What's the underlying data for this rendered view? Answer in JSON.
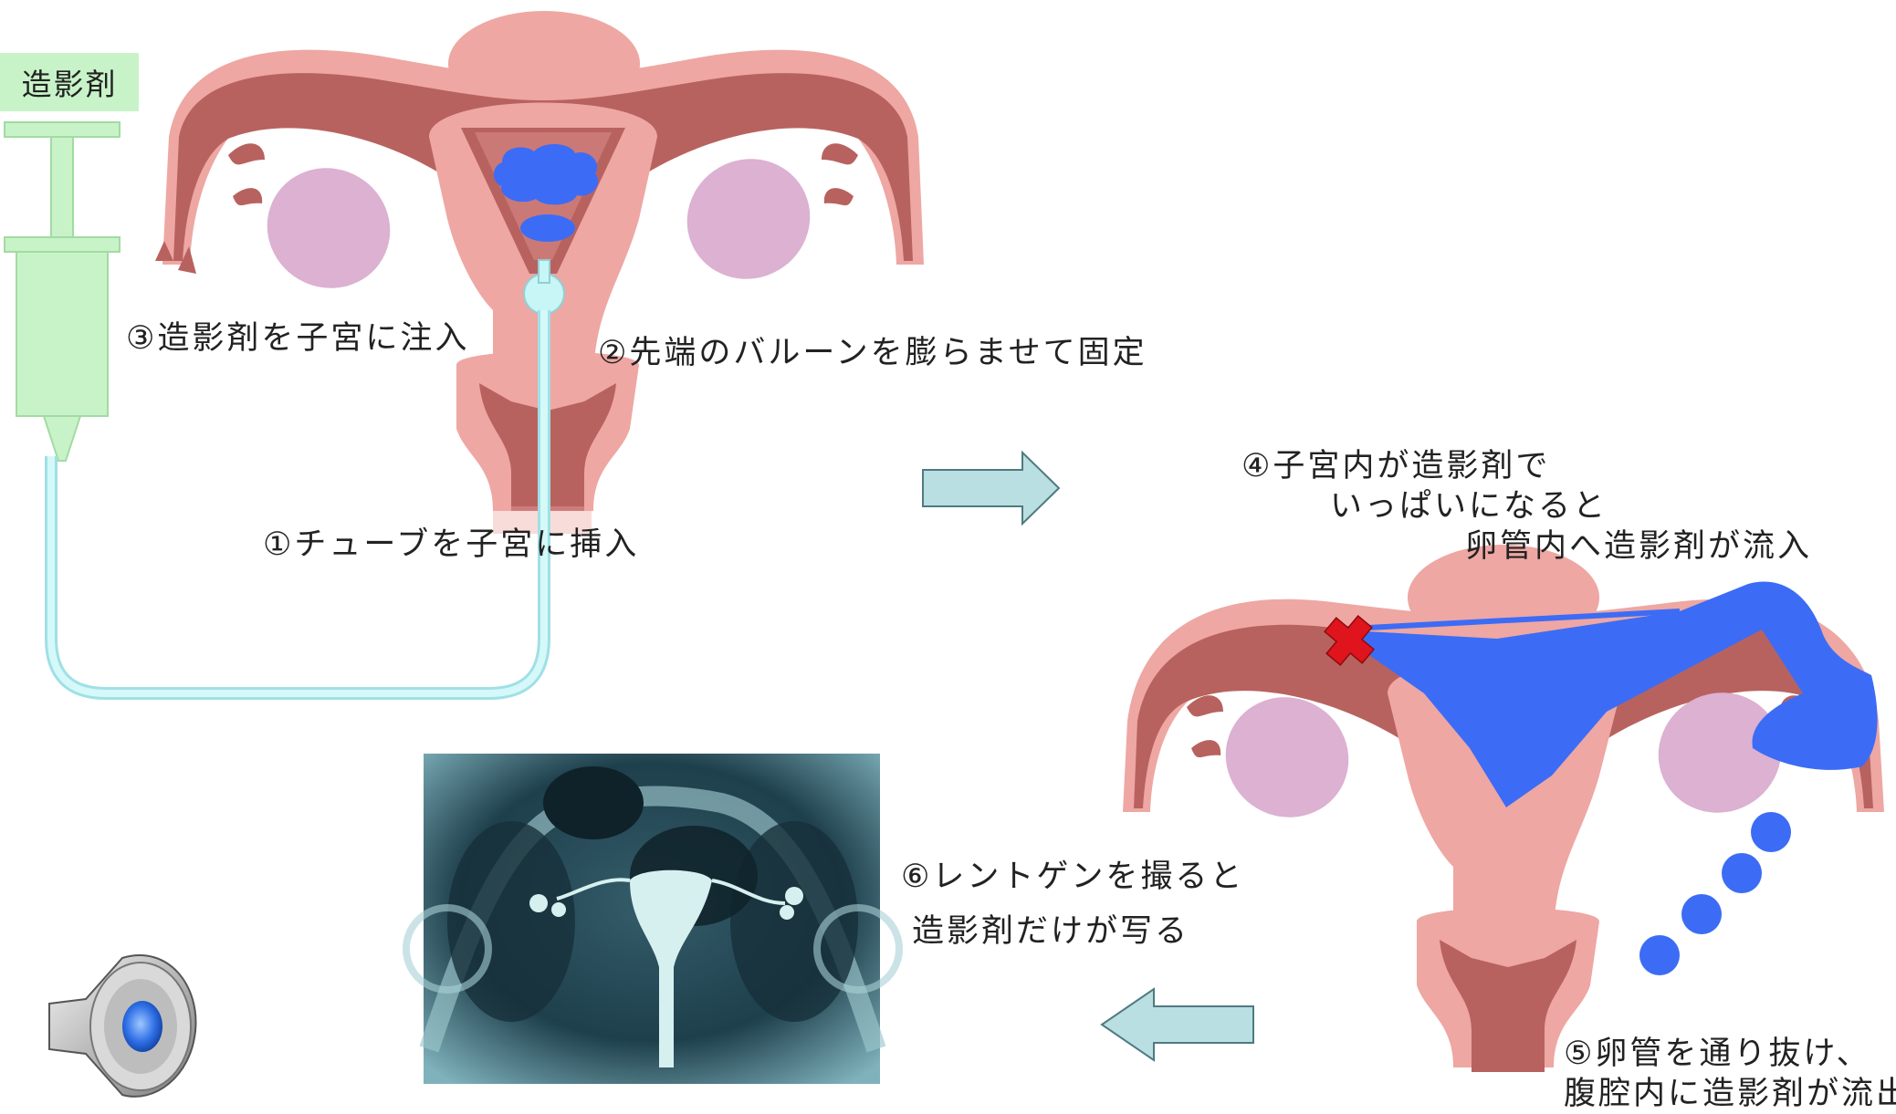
{
  "syringe": {
    "label": "造影剤"
  },
  "steps": {
    "step1": "①チューブを子宮に挿入",
    "step2": "②先端のバルーンを膨らませて固定",
    "step3": "③造影剤を子宮に注入",
    "step4_line1": "④子宮内が造影剤で",
    "step4_line2": "いっぱいになると",
    "step4_line3": "卵管内へ造影剤が流入",
    "step5_line1": "⑤卵管を通り抜け、",
    "step5_line2": "腹腔内に造影剤が流出",
    "step6_line1": "⑥レントゲンを撮ると",
    "step6_line2": "造影剤だけが写る"
  },
  "icons": {
    "arrow_right": "arrow-right-icon",
    "arrow_left": "arrow-left-icon",
    "speaker": "speaker-icon",
    "blocked": "x-mark-icon"
  },
  "colors": {
    "uterus_outer": "#eea7a3",
    "uterus_inner": "#b8625f",
    "ovary": "#dcb1d2",
    "contrast": "#3c6cf5",
    "syringe": "#c8f3c8",
    "tube": "#c8f5f5",
    "arrow": "#b9dfe2",
    "xray_bg": "#1d3f4b"
  }
}
